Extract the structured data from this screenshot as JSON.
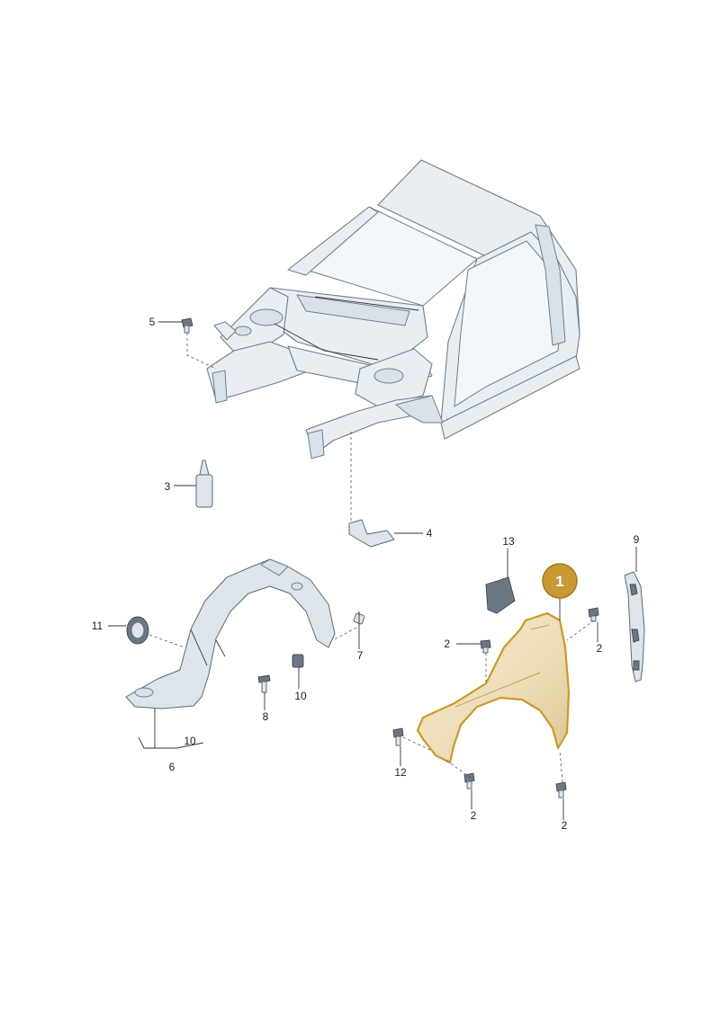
{
  "callouts": {
    "highlight": "1",
    "parts": [
      "2",
      "2",
      "2",
      "2",
      "3",
      "4",
      "5",
      "6",
      "7",
      "8",
      "9",
      "10",
      "10",
      "11",
      "12",
      "13"
    ]
  },
  "colors": {
    "highlight_fill": "#c79a34",
    "highlight_stroke": "#a67a17",
    "fender_outline": "#c99a2c",
    "part_line": "#5b6b79"
  }
}
